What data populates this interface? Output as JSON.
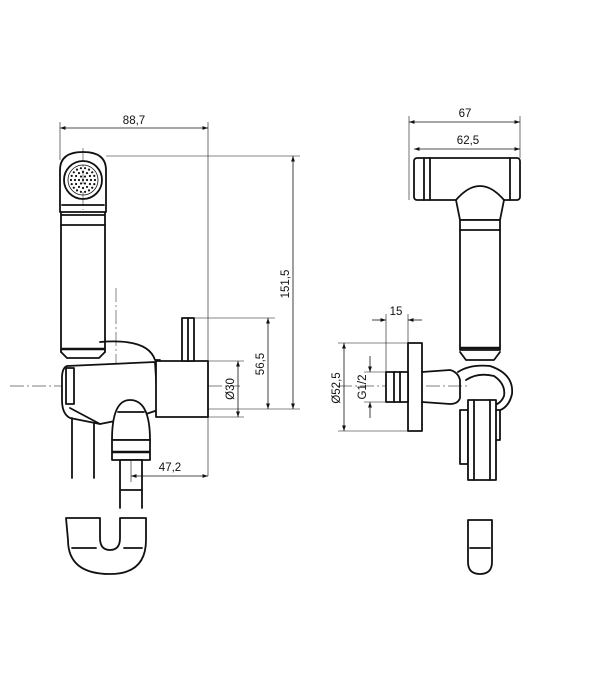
{
  "drawing": {
    "front_view": {
      "dim_width": "88,7",
      "dim_height": "151,5",
      "dim_height_valve": "56,5",
      "dim_diameter": "Ø30",
      "dim_offset": "47,2"
    },
    "side_view": {
      "dim_width_total": "67",
      "dim_width_head": "62,5",
      "dim_wall_depth": "15",
      "dim_flange_diameter": "Ø52,5",
      "dim_thread": "G1/2"
    }
  }
}
